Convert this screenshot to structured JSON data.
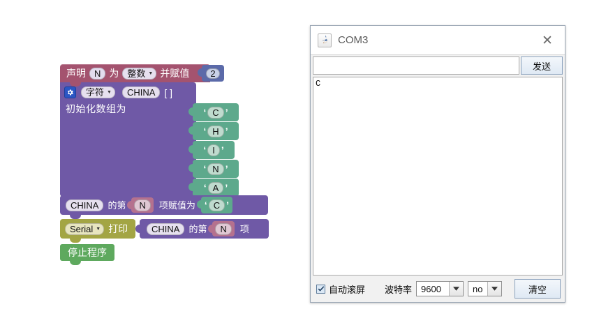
{
  "workspace": {
    "declare_block": {
      "word_declare": "声明",
      "variable": "N",
      "word_as": "为",
      "type_option": "整数",
      "word_assign": "并赋值",
      "value": "2"
    },
    "array_block": {
      "gear_icon": "gear-icon",
      "type_option": "字符",
      "array_name": "CHINA",
      "brackets": "[  ]",
      "init_label": "初始化数组为",
      "items": [
        {
          "quote_open": "‘",
          "value": "C",
          "quote_close": "’"
        },
        {
          "quote_open": "‘",
          "value": "H",
          "quote_close": "’"
        },
        {
          "quote_open": "‘",
          "value": "I",
          "quote_close": "’"
        },
        {
          "quote_open": "‘",
          "value": "N",
          "quote_close": "’"
        },
        {
          "quote_open": "‘",
          "value": "A",
          "quote_close": "’"
        }
      ]
    },
    "set_item_block": {
      "array_name": "CHINA",
      "word_of_index": "的第",
      "index_var": "N",
      "word_set_to": "项赋值为",
      "quote_open": "‘",
      "value": "C",
      "quote_close": "’"
    },
    "serial_print_block": {
      "port": "Serial",
      "word_print": "打印"
    },
    "get_item_block": {
      "array_name": "CHINA",
      "word_of_index": "的第",
      "index_var": "N",
      "word_item": "项"
    },
    "stop_block": {
      "label": "停止程序"
    },
    "colors": {
      "declare": "#a4536f",
      "array": "#6f59a6",
      "char_value": "#5da98c",
      "number": "#5b6aa9",
      "serial": "#a3a544",
      "variable_chip": "#b5718e",
      "stop": "#5ea95e"
    }
  },
  "dialog": {
    "icon": "java-icon",
    "title": "COM3",
    "close_label": "✕",
    "send_input": {
      "value": "",
      "placeholder": ""
    },
    "send_button": "发送",
    "output": "C",
    "autoscroll": {
      "label": "自动滚屏",
      "checked": true
    },
    "baud_label": "波特率",
    "baud_value": "9600",
    "line_ending_value": "no",
    "clear_button": "清空"
  }
}
